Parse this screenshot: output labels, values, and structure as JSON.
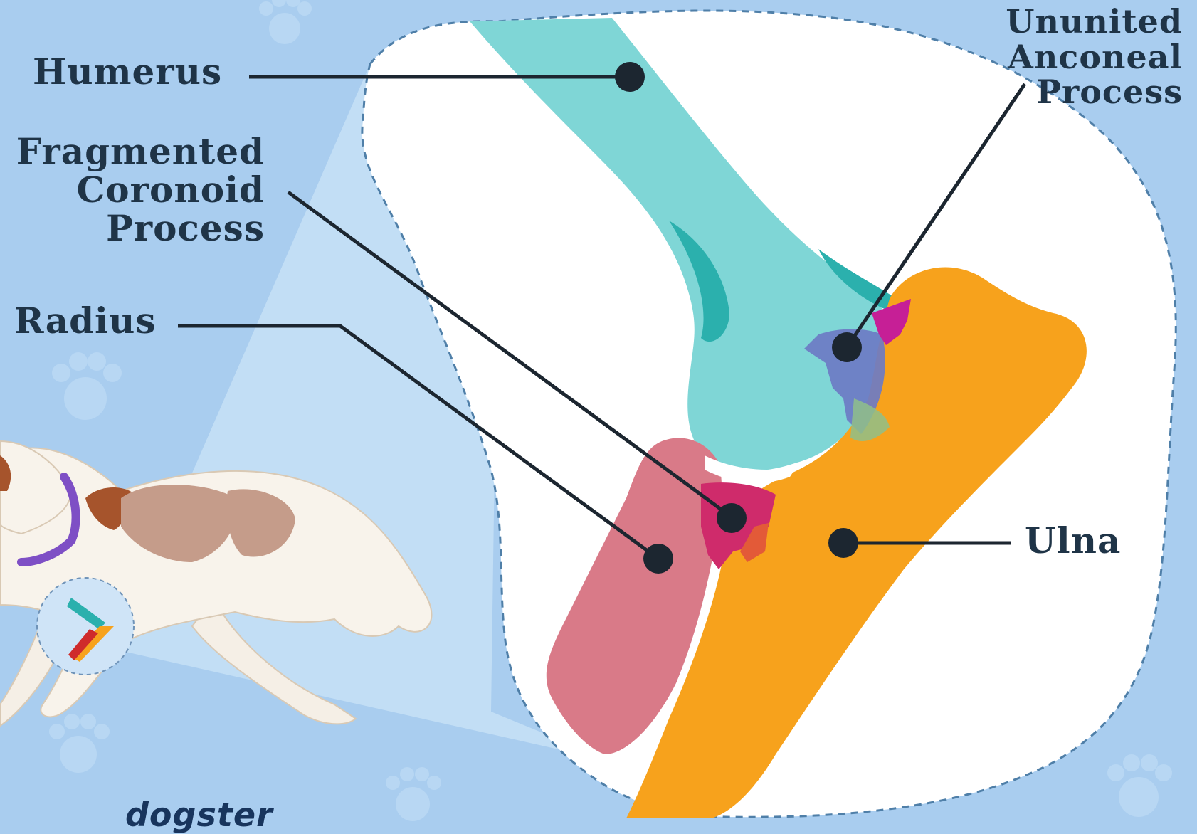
{
  "labels": {
    "humerus": "Humerus",
    "fragmented_coronoid": [
      "Fragmented",
      "Coronoid",
      "Process"
    ],
    "radius": "Radius",
    "ununited_anconeal": [
      "Ununited",
      "Anconeal",
      "Process"
    ],
    "ulna": "Ulna"
  },
  "brand": "dogster",
  "colors": {
    "background": "#a9cdef",
    "humerus": "#7fd6d6",
    "humerus_shadow": "#2bb0ad",
    "ulna": "#f7a21c",
    "radius": "#d97a88",
    "fragment": "#cf2b6b",
    "anconeal": "#6d7bc4",
    "anconeal_accent": "#c61f96",
    "collar": "#7e4fc5",
    "text": "#1f3447"
  }
}
